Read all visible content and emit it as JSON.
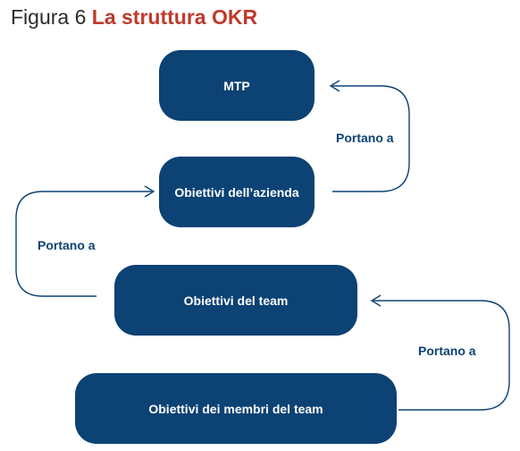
{
  "figure": {
    "number_label": "Figura 6",
    "title": "La struttura OKR"
  },
  "nodes": [
    {
      "id": "mtp",
      "label": "MTP"
    },
    {
      "id": "azienda",
      "label": "Obiettivi dell’azienda"
    },
    {
      "id": "team",
      "label": "Obiettivi del team"
    },
    {
      "id": "membri",
      "label": "Obiettivi dei membri del team"
    }
  ],
  "connectors": [
    {
      "from": "azienda",
      "to": "mtp",
      "label": "Portano a",
      "side": "right"
    },
    {
      "from": "team",
      "to": "azienda",
      "label": "Portano a",
      "side": "left"
    },
    {
      "from": "membri",
      "to": "team",
      "label": "Portano a",
      "side": "right"
    }
  ],
  "colors": {
    "box_fill": "#0c4274",
    "box_text": "#ffffff",
    "title_highlight": "#c0392b",
    "title_prefix": "#2b2b2b",
    "connector": "#0c4274"
  }
}
